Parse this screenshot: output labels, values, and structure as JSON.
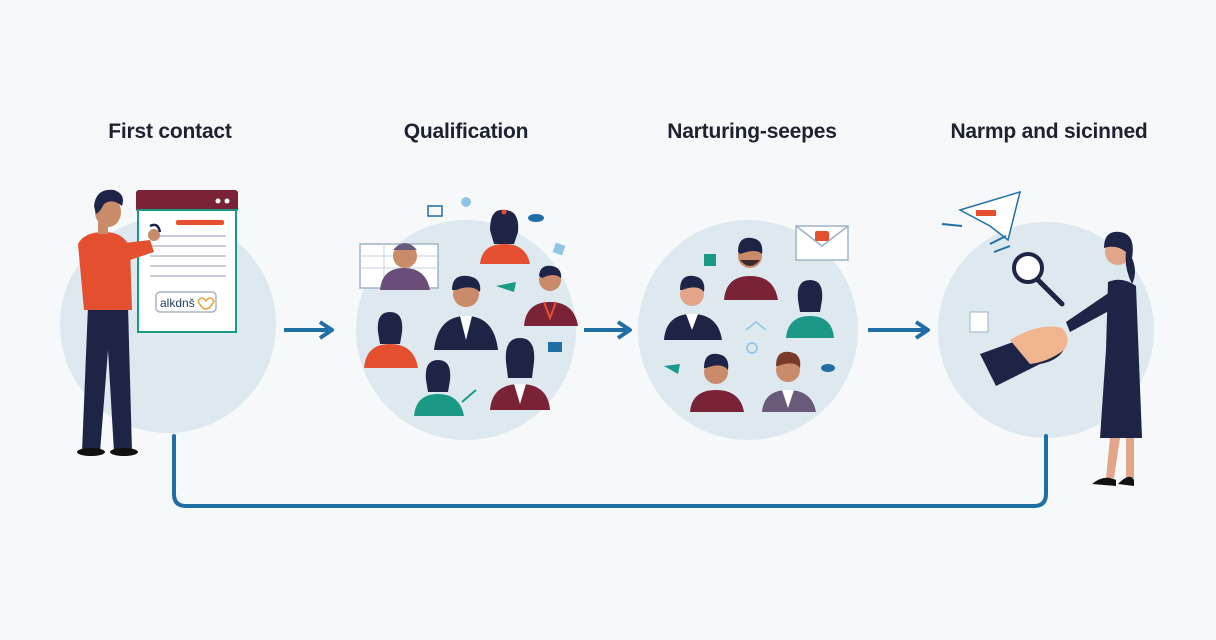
{
  "stages": [
    {
      "title": "First contact"
    },
    {
      "title": "Qualification"
    },
    {
      "title": "Narturing-seepes"
    },
    {
      "title": "Narmp and sicinned"
    }
  ],
  "form_badge_text": "alkdnš",
  "colors": {
    "background": "#f7f8f9",
    "circle": "#dde8ef",
    "arrow": "#1f6fa6",
    "loop": "#1f6fa6",
    "accent_red": "#e4502f",
    "navy": "#1d2445",
    "maroon": "#7a2236",
    "teal": "#1a9a86"
  }
}
